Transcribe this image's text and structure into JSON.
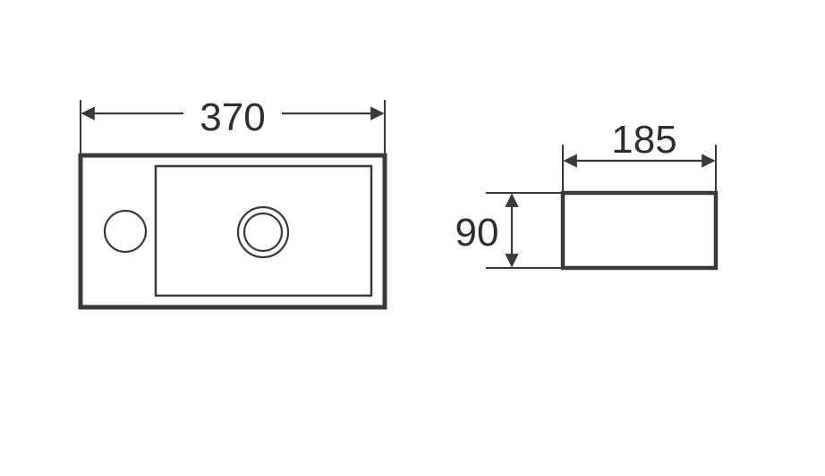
{
  "colors": {
    "background": "#ffffff",
    "line": "#3a3a3a",
    "text": "#2f2f2f"
  },
  "top_view": {
    "width_label": "370"
  },
  "side_view": {
    "width_label": "185",
    "height_label": "90"
  }
}
